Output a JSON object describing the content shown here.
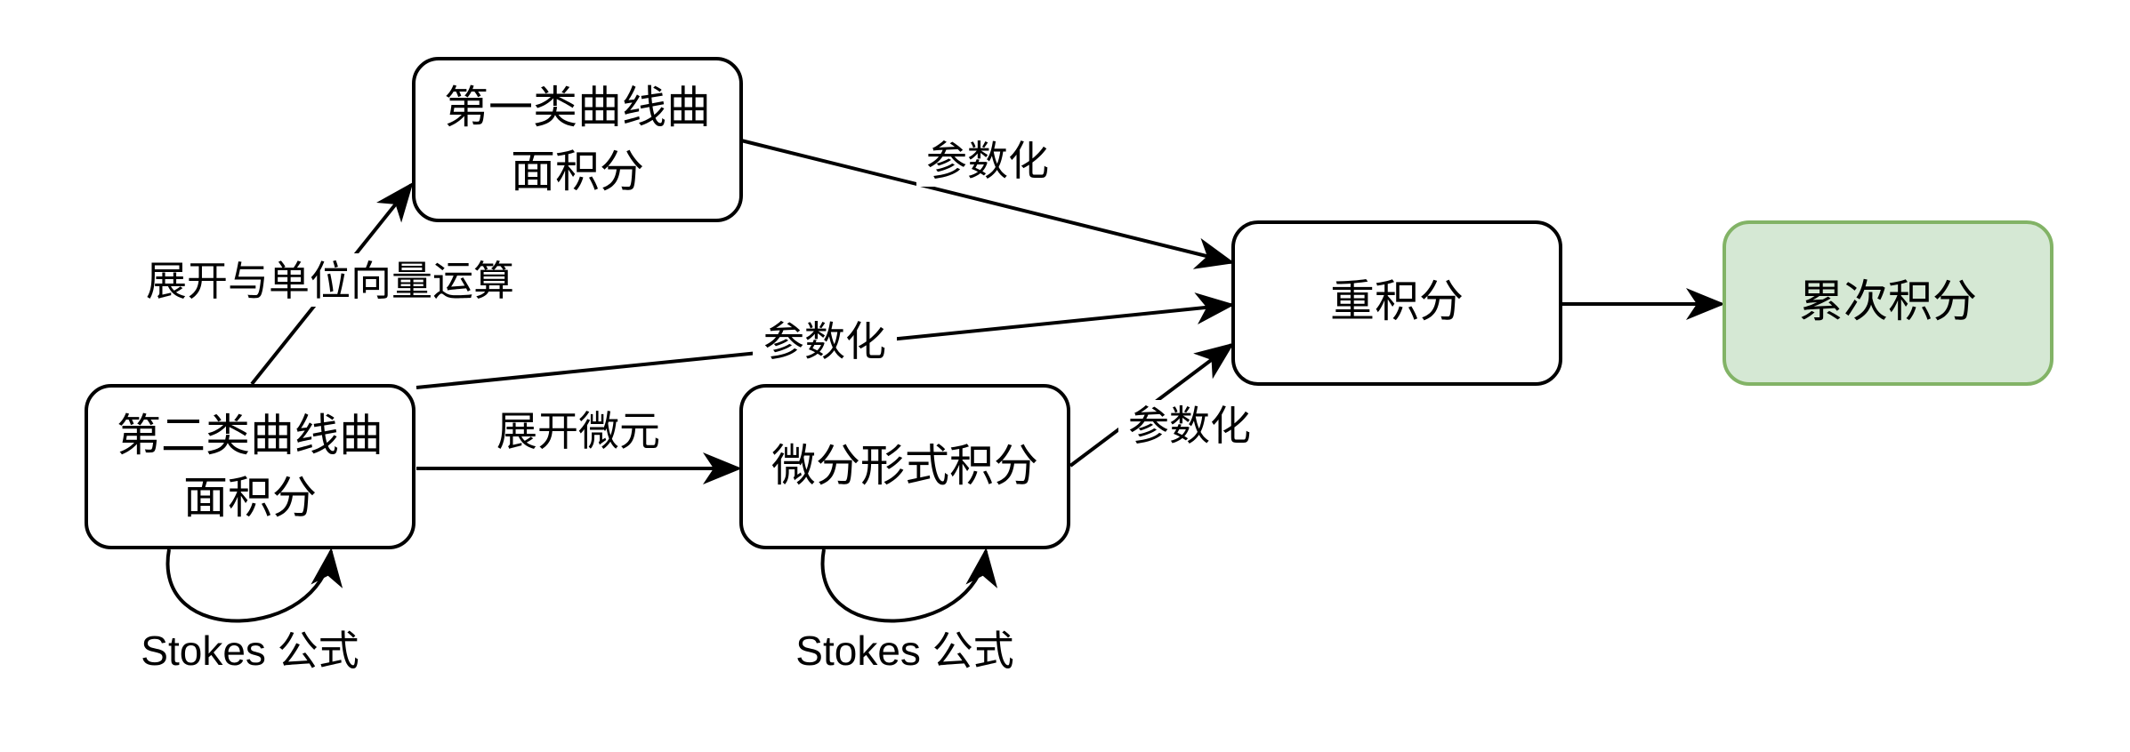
{
  "nodes": {
    "first_kind": {
      "line1": "第一类曲线曲",
      "line2": "面积分"
    },
    "second_kind": {
      "line1": "第二类曲线曲",
      "line2": "面积分"
    },
    "differential_form": {
      "label": "微分形式积分"
    },
    "multiple_integral": {
      "label": "重积分"
    },
    "iterated_integral": {
      "label": "累次积分"
    }
  },
  "edges": {
    "expand_unit_vector": "展开与单位向量运算",
    "param_top": "参数化",
    "param_middle": "参数化",
    "expand_differential": "展开微元",
    "param_bottom": "参数化",
    "stokes_left": "Stokes 公式",
    "stokes_right": "Stokes 公式"
  },
  "colors": {
    "highlight_fill": "#d5e8d4",
    "highlight_stroke": "#82b366",
    "line": "#000000"
  }
}
